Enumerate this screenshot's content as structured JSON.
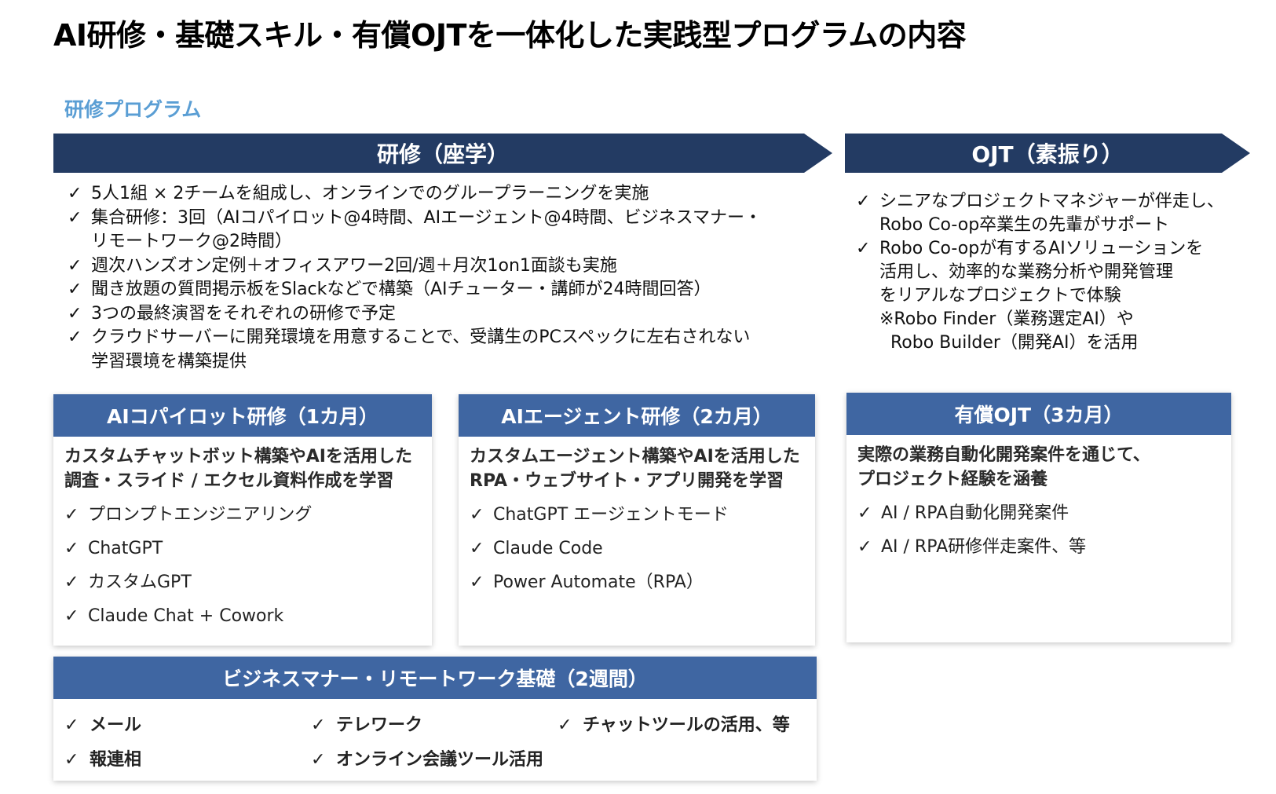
{
  "title": "AI研修・基礎スキル・有償OJTを一体化した実践型プログラムの内容",
  "section_label": "研修プログラム",
  "check": "✓",
  "kenshu": {
    "banner": "研修（座学）",
    "items": [
      [
        "5人1組 × 2チームを組成し、オンラインでのグループラーニングを実施"
      ],
      [
        "集合研修：3回（AIコパイロット@4時間、AIエージェント@4時間、ビジネスマナー・",
        "リモートワーク@2時間）"
      ],
      [
        "週次ハンズオン定例＋オフィスアワー2回/週＋月次1on1面談も実施"
      ],
      [
        "聞き放題の質問掲示板をSlackなどで構築（AIチューター・講師が24時間回答）"
      ],
      [
        "3つの最終演習をそれぞれの研修で予定"
      ],
      [
        "クラウドサーバーに開発環境を用意することで、受講生のPCスペックに左右されない",
        "学習環境を構築提供"
      ]
    ]
  },
  "ojt": {
    "banner": "OJT（素振り）",
    "items": [
      [
        "シニアなプロジェクトマネジャーが伴走し、",
        "Robo Co-op卒業生の先輩がサポート"
      ],
      [
        "Robo Co-opが有するAIソリューションを",
        "活用し、効率的な業務分析や開発管理",
        "をリアルなプロジェクトで体験"
      ]
    ],
    "note": [
      "※Robo Finder（業務選定AI）や",
      "Robo Builder（開発AI）を活用"
    ]
  },
  "cards": {
    "copilot": {
      "header": "AIコパイロット研修（1カ月）",
      "intro": [
        "カスタムチャットボット構築やAIを活用した",
        "調査・スライド / エクセル資料作成を学習"
      ],
      "items": [
        "プロンプトエンジニアリング",
        "ChatGPT",
        "カスタムGPT",
        "Claude Chat + Cowork"
      ]
    },
    "agent": {
      "header": "AIエージェント研修（2カ月）",
      "intro": [
        "カスタムエージェント構築やAIを活用した",
        "RPA・ウェブサイト・アプリ開発を学習"
      ],
      "items": [
        "ChatGPT エージェントモード",
        "Claude Code",
        "Power Automate（RPA）"
      ]
    },
    "paid_ojt": {
      "header": "有償OJT（3カ月）",
      "intro": [
        "実際の業務自動化開発案件を通じて、",
        "プロジェクト経験を涵養"
      ],
      "items": [
        "AI / RPA自動化開発案件",
        "AI / RPA研修伴走案件、等"
      ]
    },
    "manners": {
      "header": "ビジネスマナー・リモートワーク基礎（2週間）",
      "items": [
        "メール",
        "テレワーク",
        "チャットツールの活用、等",
        "報連相",
        "オンライン会議ツール活用"
      ]
    }
  }
}
